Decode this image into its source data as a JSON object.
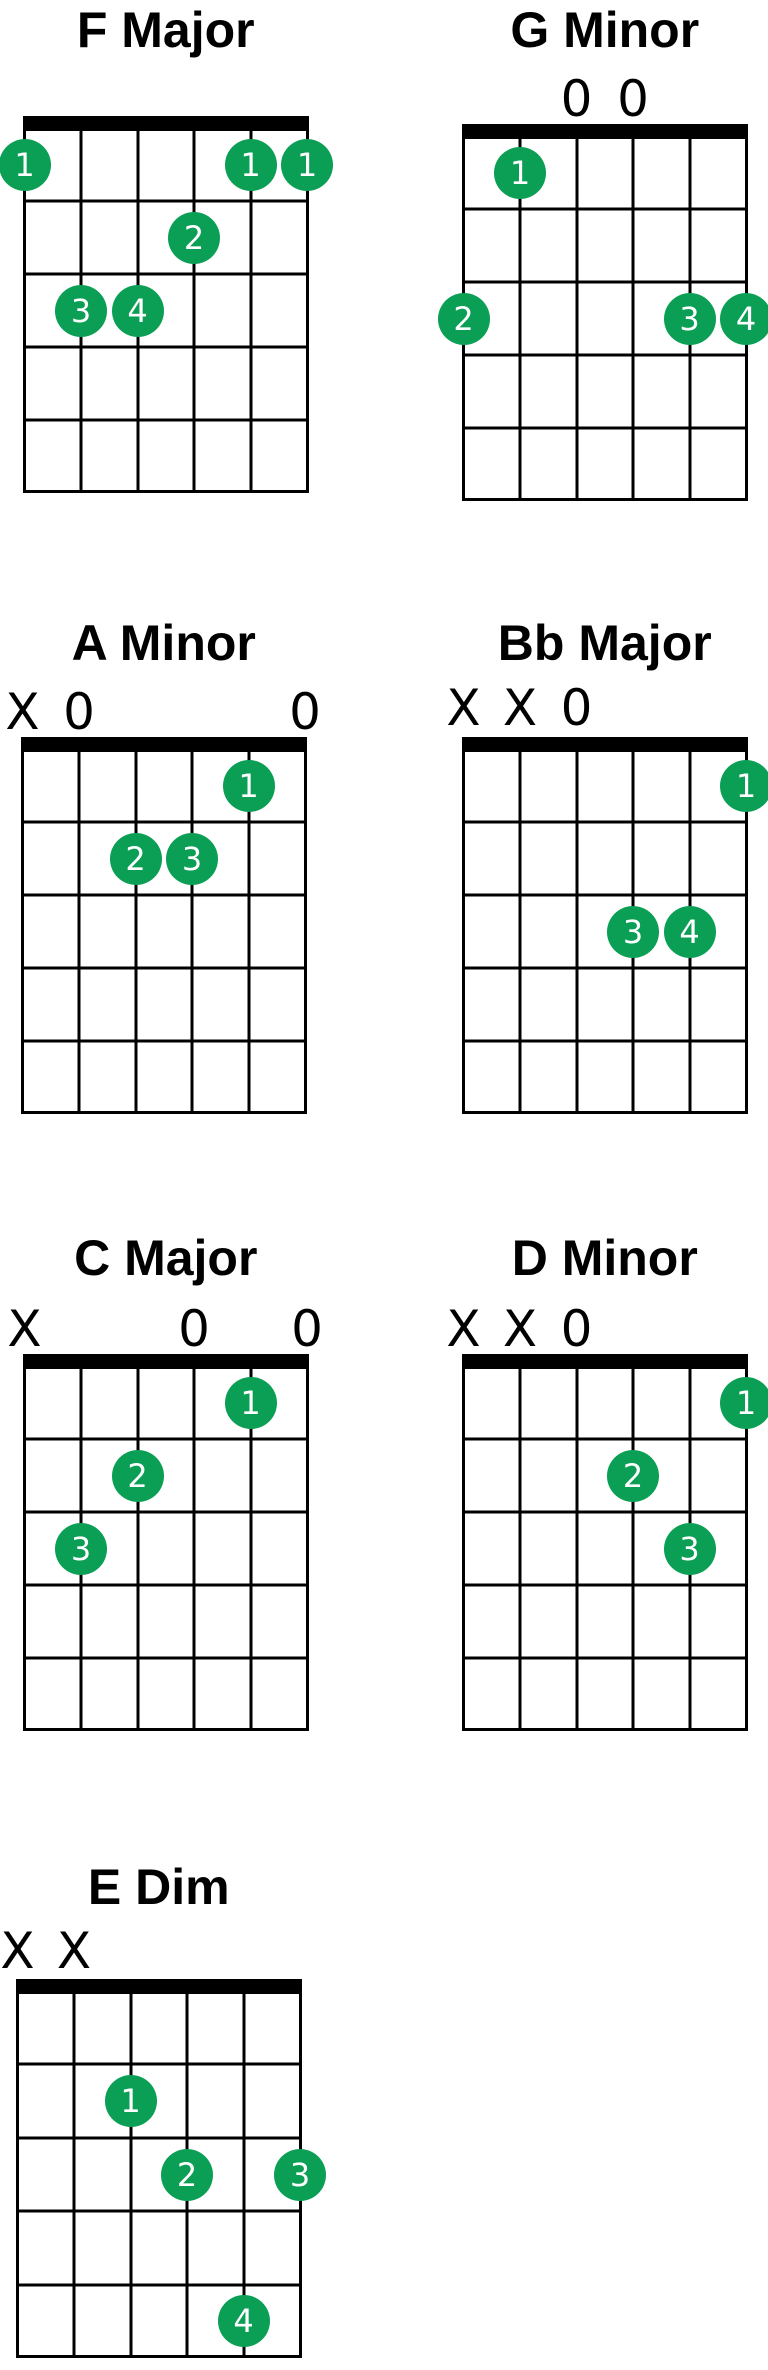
{
  "colors": {
    "finger_dot": "#0a9f55",
    "finger_text": "#ffffff",
    "lines": "#000000",
    "background": "#ffffff"
  },
  "chords": [
    {
      "name": "F Major",
      "markers": [],
      "fingers": [
        {
          "string": 1,
          "fret": 1,
          "finger": "1"
        },
        {
          "string": 5,
          "fret": 1,
          "finger": "1"
        },
        {
          "string": 6,
          "fret": 1,
          "finger": "1"
        },
        {
          "string": 4,
          "fret": 2,
          "finger": "2"
        },
        {
          "string": 2,
          "fret": 3,
          "finger": "3"
        },
        {
          "string": 3,
          "fret": 3,
          "finger": "4"
        }
      ]
    },
    {
      "name": "G Minor",
      "markers": [
        {
          "string": 3,
          "symbol": "0"
        },
        {
          "string": 4,
          "symbol": "0"
        }
      ],
      "fingers": [
        {
          "string": 2,
          "fret": 1,
          "finger": "1"
        },
        {
          "string": 1,
          "fret": 3,
          "finger": "2"
        },
        {
          "string": 5,
          "fret": 3,
          "finger": "3"
        },
        {
          "string": 6,
          "fret": 3,
          "finger": "4"
        }
      ]
    },
    {
      "name": "A Minor",
      "markers": [
        {
          "string": 1,
          "symbol": "X"
        },
        {
          "string": 2,
          "symbol": "0"
        },
        {
          "string": 6,
          "symbol": "0"
        }
      ],
      "fingers": [
        {
          "string": 5,
          "fret": 1,
          "finger": "1"
        },
        {
          "string": 3,
          "fret": 2,
          "finger": "2"
        },
        {
          "string": 4,
          "fret": 2,
          "finger": "3"
        }
      ]
    },
    {
      "name": "Bb Major",
      "markers": [
        {
          "string": 1,
          "symbol": "X"
        },
        {
          "string": 2,
          "symbol": "X"
        },
        {
          "string": 3,
          "symbol": "0"
        }
      ],
      "fingers": [
        {
          "string": 6,
          "fret": 1,
          "finger": "1"
        },
        {
          "string": 4,
          "fret": 3,
          "finger": "3"
        },
        {
          "string": 5,
          "fret": 3,
          "finger": "4"
        }
      ]
    },
    {
      "name": "C Major",
      "markers": [
        {
          "string": 1,
          "symbol": "X"
        },
        {
          "string": 4,
          "symbol": "0"
        },
        {
          "string": 6,
          "symbol": "0"
        }
      ],
      "fingers": [
        {
          "string": 5,
          "fret": 1,
          "finger": "1"
        },
        {
          "string": 3,
          "fret": 2,
          "finger": "2"
        },
        {
          "string": 2,
          "fret": 3,
          "finger": "3"
        }
      ]
    },
    {
      "name": "D Minor",
      "markers": [
        {
          "string": 1,
          "symbol": "X"
        },
        {
          "string": 2,
          "symbol": "X"
        },
        {
          "string": 3,
          "symbol": "0"
        }
      ],
      "fingers": [
        {
          "string": 6,
          "fret": 1,
          "finger": "1"
        },
        {
          "string": 4,
          "fret": 2,
          "finger": "2"
        },
        {
          "string": 5,
          "fret": 3,
          "finger": "3"
        }
      ]
    },
    {
      "name": "E Dim",
      "markers": [
        {
          "string": 1,
          "symbol": "X"
        },
        {
          "string": 2,
          "symbol": "X"
        }
      ],
      "fingers": [
        {
          "string": 3,
          "fret": 2,
          "finger": "1"
        },
        {
          "string": 4,
          "fret": 3,
          "finger": "2"
        },
        {
          "string": 6,
          "fret": 3,
          "finger": "3"
        },
        {
          "string": 5,
          "fret": 5,
          "finger": "4"
        }
      ]
    }
  ]
}
